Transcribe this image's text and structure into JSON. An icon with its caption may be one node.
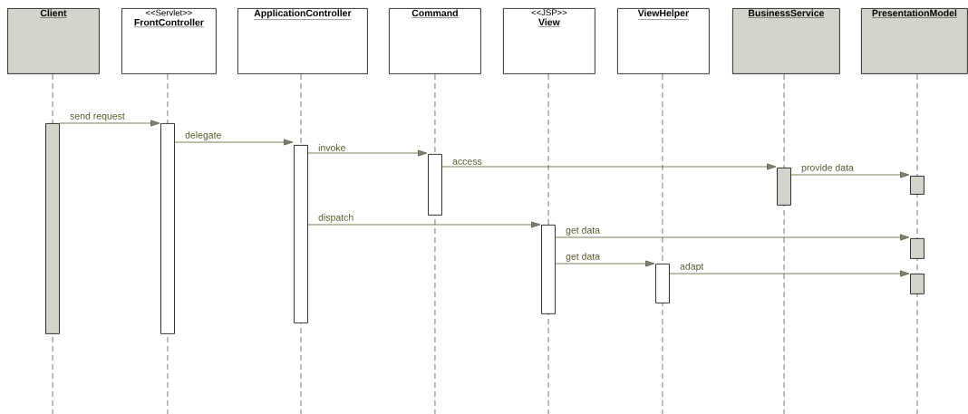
{
  "diagram": {
    "nodes": [
      {
        "text": [
          "Client"
        ]
      },
      {
        "text": [
          "<<Servlet>>",
          "FrontController"
        ]
      },
      {
        "text": [
          "ApplicationController"
        ]
      },
      {
        "text": [
          "Command"
        ]
      },
      {
        "text": [
          "<<JSP>>",
          "View"
        ]
      },
      {
        "text": [
          "ViewHelper"
        ]
      },
      {
        "text": [
          "BusinessService"
        ]
      },
      {
        "text": [
          "PresentationModel"
        ]
      },
      {
        "text": [],
        "shape": "bar"
      },
      {
        "text": [],
        "shape": "bar"
      },
      {
        "text": [],
        "shape": "bar"
      },
      {
        "text": [],
        "shape": "bar"
      },
      {
        "text": [],
        "shape": "bar"
      },
      {
        "text": [],
        "shape": "bar"
      },
      {
        "text": [],
        "shape": "bar"
      },
      {
        "text": [],
        "shape": "bar"
      },
      {
        "text": [],
        "shape": "bar"
      },
      {
        "text": [],
        "shape": "bar"
      }
    ],
    "edges": [
      {
        "from": 8,
        "to": 9,
        "arrow": "to",
        "label": "send request"
      },
      {
        "from": 9,
        "to": 10,
        "arrow": "to",
        "label": "delegate"
      },
      {
        "from": 10,
        "to": 11,
        "arrow": "to",
        "label": "invoke"
      },
      {
        "from": 11,
        "to": 12,
        "arrow": "to",
        "label": "access"
      },
      {
        "from": 12,
        "to": 13,
        "arrow": "to",
        "label": "provide data"
      },
      {
        "from": 10,
        "to": 14,
        "arrow": "to",
        "label": "dispatch"
      },
      {
        "from": 14,
        "to": 15,
        "arrow": "to",
        "label": "get data"
      },
      {
        "from": 14,
        "to": 16,
        "arrow": "to",
        "label": "get data"
      },
      {
        "from": 16,
        "to": 17,
        "arrow": "to",
        "label": "adapt"
      }
    ]
  }
}
